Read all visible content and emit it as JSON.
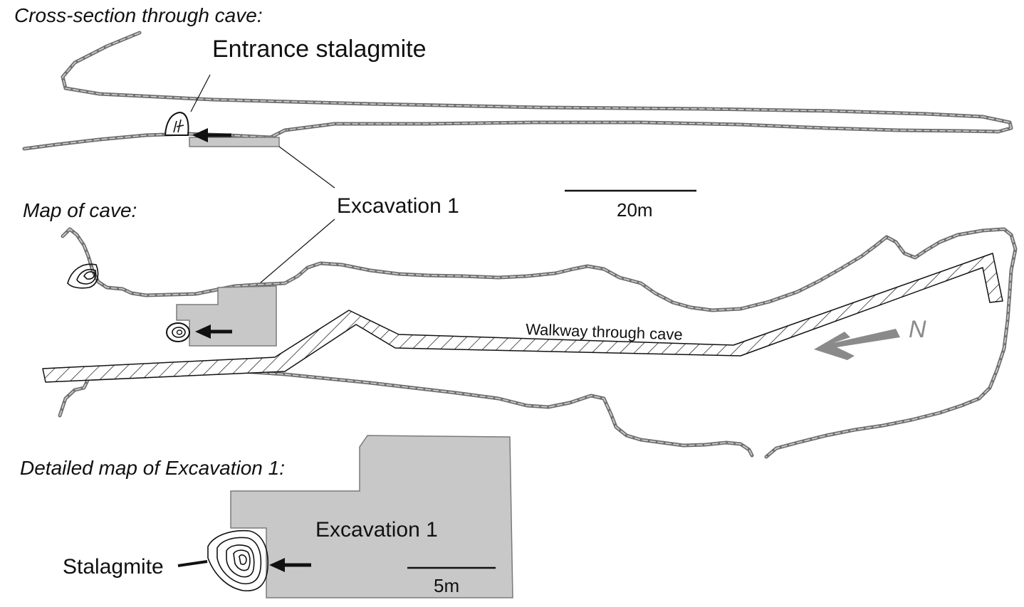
{
  "cross_section": {
    "heading": "Cross-section through cave:",
    "entrance_label": "Entrance stalagmite"
  },
  "map": {
    "heading": "Map of cave:",
    "excavation_label": "Excavation 1",
    "scale_label": "20m",
    "walkway_label": "Walkway through cave",
    "north_label": "N",
    "north_arrow_color": "#8a8a8a"
  },
  "detail": {
    "heading": "Detailed map of Excavation 1:",
    "excavation_label": "Excavation 1",
    "stalagmite_label": "Stalagmite",
    "scale_label": "5m"
  },
  "colors": {
    "wall": "#6e6e6e",
    "excavation_fill": "#c8c8c8",
    "text": "#111111"
  }
}
